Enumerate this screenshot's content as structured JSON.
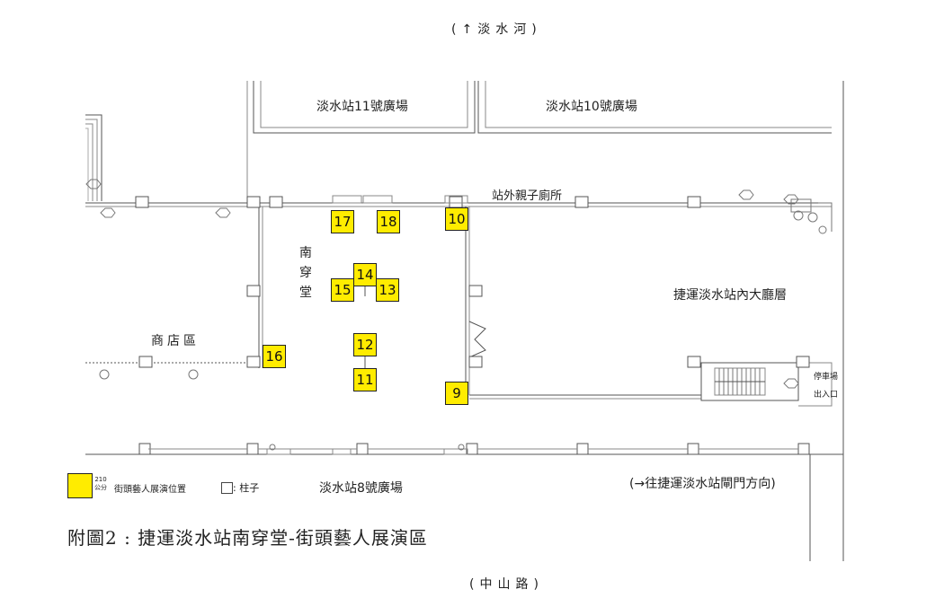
{
  "streets": {
    "north_river": "(↑淡水河)",
    "south_road": "(中山路)"
  },
  "plazas": {
    "plaza_11": "淡水站11號廣場",
    "plaza_10": "淡水站10號廣場",
    "plaza_8": "淡水站8號廣場"
  },
  "areas": {
    "toilet": "站外親子廁所",
    "hall": "捷運淡水站內大廳層",
    "shop": "商店區",
    "corridor": "南穿堂",
    "parking_1": "停車場",
    "parking_2": "出入口",
    "gate_direction": "(→往捷運淡水站閘門方向)"
  },
  "spots": [
    "9",
    "10",
    "11",
    "12",
    "13",
    "14",
    "15",
    "16",
    "17",
    "18"
  ],
  "legend": {
    "size_1": "210",
    "size_2": "公分",
    "performer": "街頭藝人展演位置",
    "pillar": ": 柱子"
  },
  "caption": "附圖2 : 捷運淡水站南穿堂-街頭藝人展演區",
  "colors": {
    "spot_fill": "#ffec00",
    "line": "#555555"
  }
}
